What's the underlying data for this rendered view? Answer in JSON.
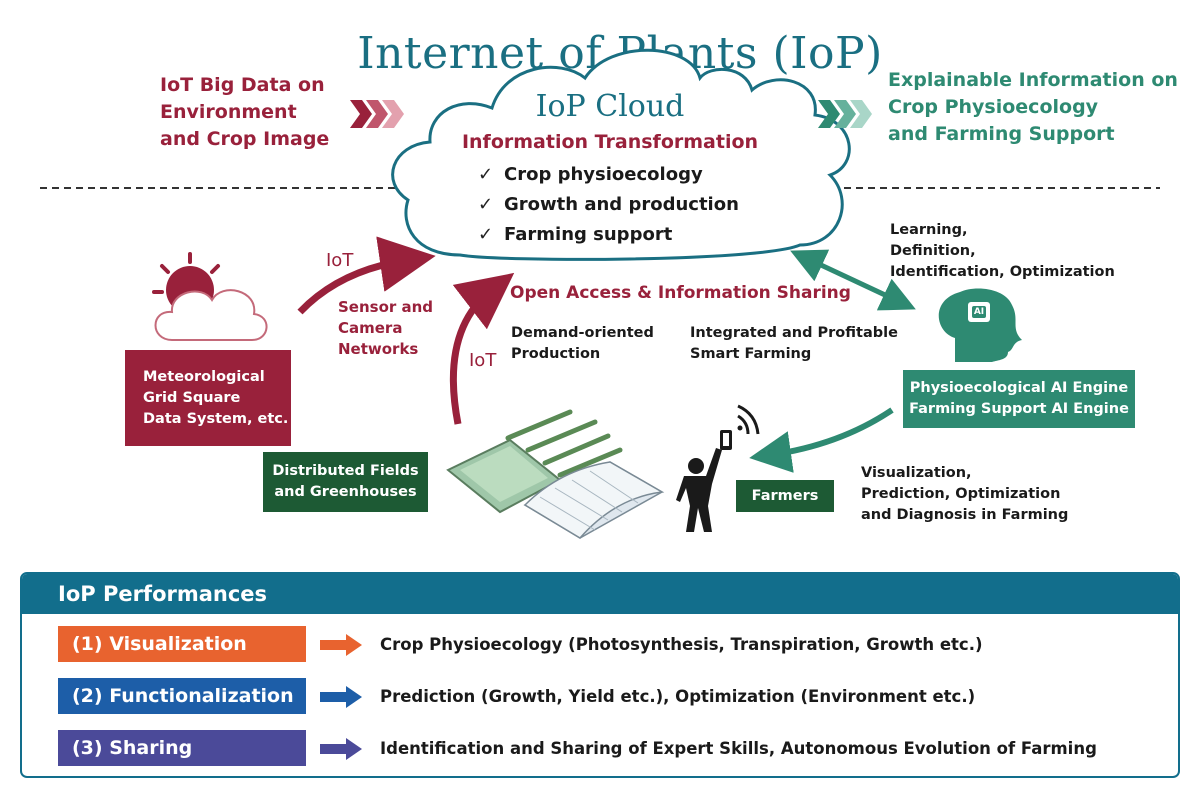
{
  "title": "Internet of Plants (IoP)",
  "left_header": [
    "IoT Big Data on",
    "Environment",
    "and Crop Image"
  ],
  "right_header": [
    "Explainable Information on",
    "Crop Physioecology",
    "and Farming Support"
  ],
  "cloud": {
    "title": "IoP Cloud",
    "subtitle": "Information Transformation",
    "items": [
      "Crop physioecology",
      "Growth and production",
      "Farming support"
    ]
  },
  "iot_label_1": "IoT",
  "sensor_label": [
    "Sensor and",
    "Camera",
    "Networks"
  ],
  "iot_label_2": "IoT",
  "open_access": "Open Access & Information Sharing",
  "demand": [
    "Demand-oriented",
    "Production"
  ],
  "integrated": [
    "Integrated and Profitable",
    "Smart Farming"
  ],
  "learning": [
    "Learning,",
    "Definition,",
    "Identification, Optimization"
  ],
  "meteo_box": [
    "Meteorological",
    "Grid Square",
    "Data System, etc."
  ],
  "fields_box": [
    "Distributed Fields",
    "and Greenhouses"
  ],
  "ai_box": [
    "Physioecological AI Engine",
    "Farming Support AI Engine"
  ],
  "ai_chip_label": "AI",
  "farmers_box": "Farmers",
  "visualization_text": [
    "Visualization,",
    "Prediction, Optimization",
    "and Diagnosis in Farming"
  ],
  "performances": {
    "header": "IoP Performances",
    "rows": [
      {
        "label": "(1) Visualization",
        "desc": "Crop Physioecology (Photosynthesis, Transpiration, Growth etc.)",
        "color": "#e8632f"
      },
      {
        "label": "(2) Functionalization",
        "desc": "Prediction (Growth, Yield etc.), Optimization (Environment etc.)",
        "color": "#1d5ea8"
      },
      {
        "label": "(3) Sharing",
        "desc": "Identification and Sharing of Expert Skills, Autonomous Evolution of Farming",
        "color": "#4b4a99"
      }
    ]
  },
  "colors": {
    "teal": "#1a6f82",
    "crimson": "#99213b",
    "green": "#2e8a72",
    "dark_green": "#1d5a34"
  }
}
